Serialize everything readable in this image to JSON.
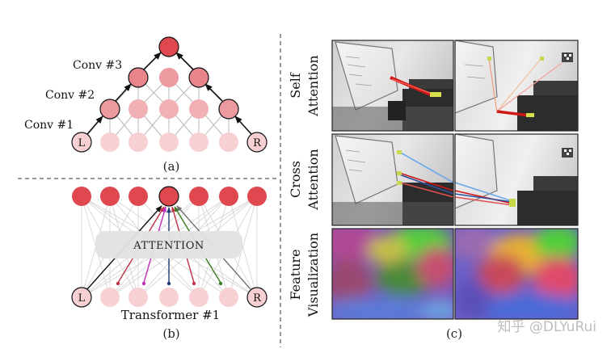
{
  "panel_a": {
    "label": "(a)",
    "layer_labels": [
      "Conv #3",
      "Conv #2",
      "Conv #1"
    ],
    "left_node": "L",
    "right_node": "R"
  },
  "panel_b": {
    "label": "(b)",
    "attention_label": "ATTENTION",
    "layer_label": "Transformer #1",
    "left_node": "L",
    "right_node": "R"
  },
  "panel_c": {
    "label": "(c)",
    "rows": [
      {
        "line1": "Self",
        "line2": "Attention"
      },
      {
        "line1": "Cross",
        "line2": "Attention"
      },
      {
        "line1": "Feature",
        "line2": "Visualization"
      }
    ]
  },
  "watermark": "知乎 @DLYuRui",
  "colors": {
    "node_top": "#e04850",
    "node_mid": "#ec9aa0",
    "node_low": "#f7d0d3",
    "attention_box": "#e2e2e2",
    "arrow_purple": "#c02fb8",
    "arrow_crimson": "#c0334a",
    "arrow_navy": "#1f3a73",
    "arrow_green": "#3a7a1e"
  }
}
